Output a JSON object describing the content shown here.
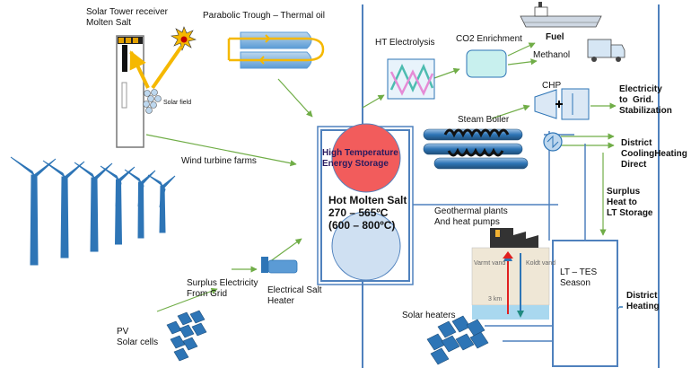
{
  "labels": {
    "solar_tower": "Solar Tower receiver\nMolten Salt",
    "solar_field": "Solar field",
    "parabolic_trough": "Parabolic Trough – Thermal oil",
    "ht_electrolysis": "HT Electrolysis",
    "co2_enrichment": "CO2 Enrichment",
    "fuel": "Fuel",
    "methanol": "Methanol",
    "chp": "CHP",
    "electricity": "Electricity\nto  Grid.\nStabilization",
    "steam_boiler": "Steam Boiler",
    "district_cooling": "District\nCoolingHeating\nDirect",
    "wind": "Wind turbine farms",
    "ht_storage": "High Temperature\nEnergy Storage",
    "hot_salt": "Hot Molten Salt\n270 – 565ºC\n(600 – 800ºC)",
    "surplus_heat": "Surplus\nHeat to\nLT Storage",
    "geothermal": "Geothermal plants\nAnd heat pumps",
    "lt_tes": "LT – TES\nSeason",
    "district_heating": "District\nHeating",
    "surplus_electricity": "Surplus Electricity\nFrom Grid",
    "electrical_heater": "Electrical Salt\nHeater",
    "pv": "PV\nSolar cells",
    "solar_heaters": "Solar heaters",
    "geo_warm": "Varmt vand",
    "geo_cold": "Koldt vand",
    "geo_depth": "3 km"
  },
  "colors": {
    "hot_circle": "#f25c5c",
    "cold_circle": "#cfe0f2",
    "frame_blue": "#4f81bd",
    "arrow_green": "#70ad47",
    "equipment_blue": "#2e75b6",
    "solar_yellow": "#f5b800"
  }
}
